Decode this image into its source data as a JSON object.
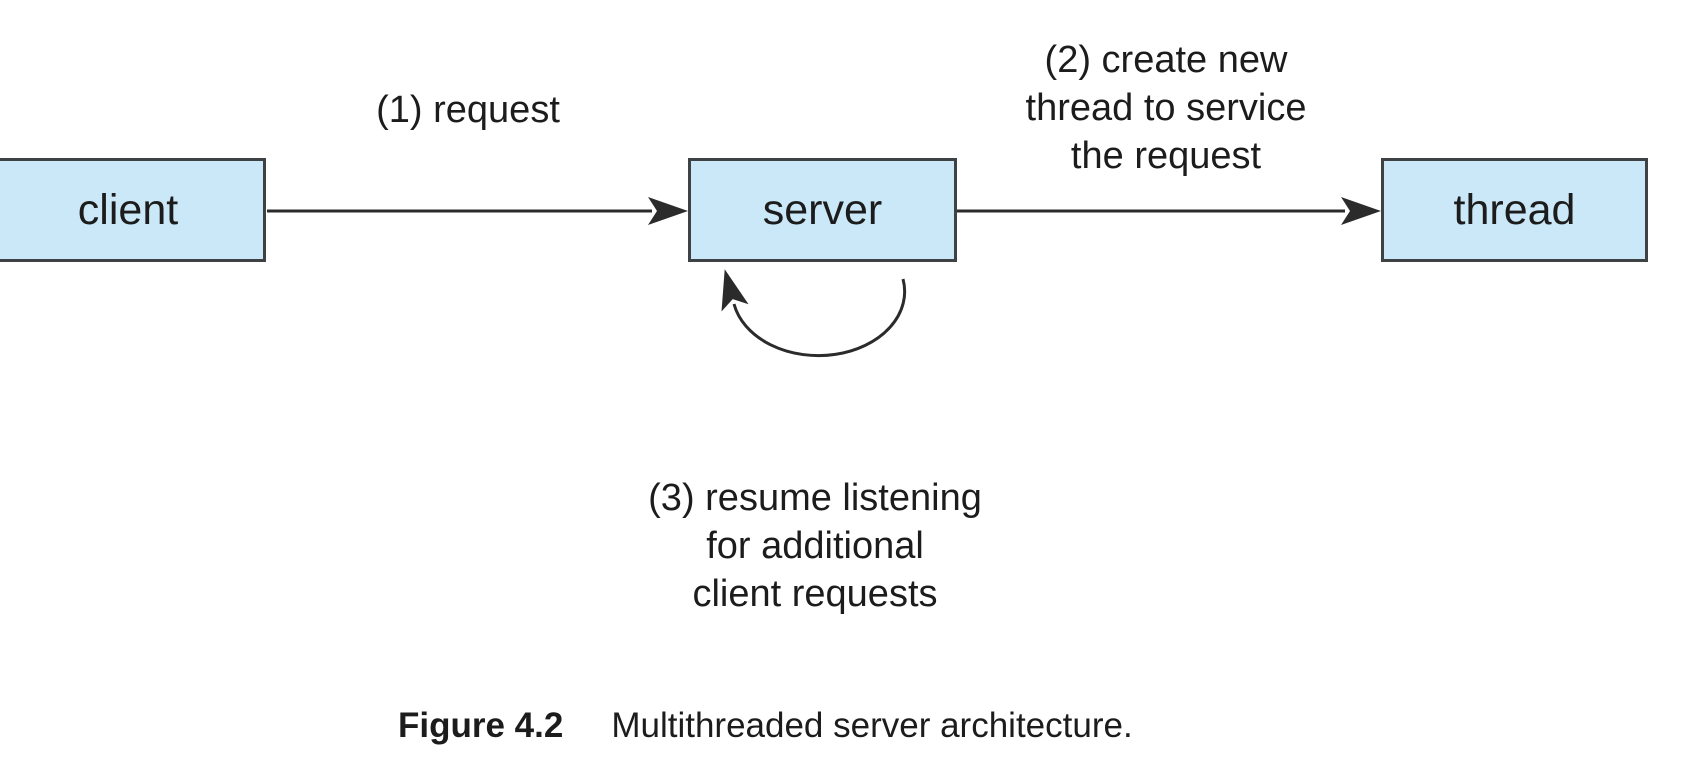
{
  "nodes": {
    "client": {
      "label": "client"
    },
    "server": {
      "label": "server"
    },
    "thread": {
      "label": "thread"
    }
  },
  "labels": {
    "step1": "(1) request",
    "step2": [
      "(2) create new",
      "thread to service",
      "the request"
    ],
    "step3": [
      "(3) resume listening",
      "for additional",
      "client requests"
    ]
  },
  "caption": {
    "figure_label": "Figure 4.2",
    "text": "Multithreaded server architecture."
  },
  "icons": {
    "self_loop_arrow": "clockwise-circular-arrow",
    "arrowhead": "solid-triangle-arrowhead"
  },
  "colors": {
    "node_fill": "#cae8f7",
    "node_border": "#3f4245",
    "arrow": "#2b2b2b",
    "text": "#1c1c1c",
    "background": "#ffffff"
  }
}
